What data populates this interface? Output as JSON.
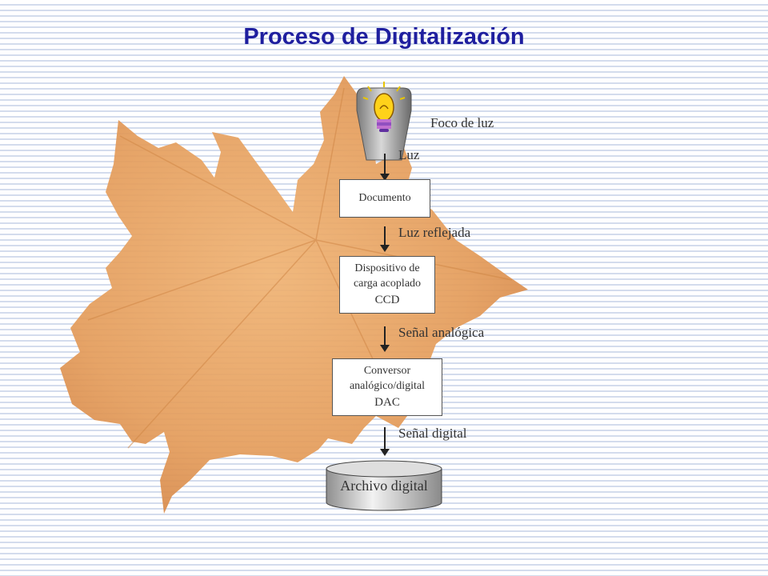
{
  "title": "Proceso de Digitalización",
  "labels": {
    "foco": "Foco de luz",
    "luz": "Luz",
    "luz_reflejada": "Luz reflejada",
    "senal_analogica": "Señal analógica",
    "senal_digital": "Señal digital"
  },
  "boxes": {
    "documento": "Documento",
    "ccd": [
      "Dispositivo de",
      "carga acoplado",
      "CCD"
    ],
    "dac": [
      "Conversor",
      "analógico/digital",
      "DAC"
    ],
    "archivo": "Archivo digital"
  },
  "icons": {
    "light_source": "light-bulb-icon",
    "background": "maple-leaf-illustration"
  },
  "colors": {
    "title": "#1f1f9f",
    "leaf": "#e6a262",
    "stripes": "#d3dced"
  }
}
